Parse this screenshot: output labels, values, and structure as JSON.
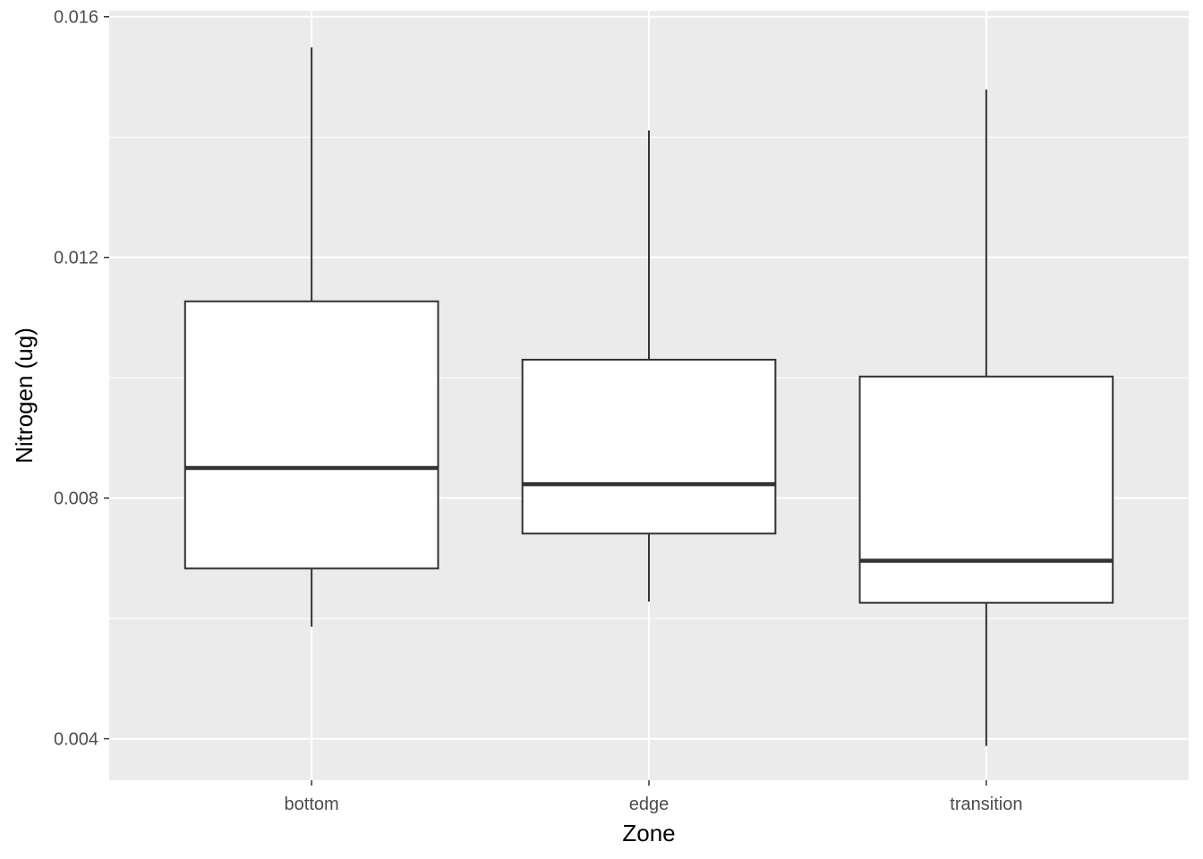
{
  "chart_data": {
    "type": "boxplot",
    "title": "",
    "xlabel": "Zone",
    "ylabel": "Nitrogen (ug)",
    "categories": [
      "bottom",
      "edge",
      "transition"
    ],
    "boxes": [
      {
        "name": "bottom",
        "whisker_low": 0.00586,
        "q1": 0.00683,
        "median": 0.0085,
        "q3": 0.01127,
        "whisker_high": 0.01549
      },
      {
        "name": "edge",
        "whisker_low": 0.00628,
        "q1": 0.00741,
        "median": 0.00823,
        "q3": 0.0103,
        "whisker_high": 0.01411
      },
      {
        "name": "transition",
        "whisker_low": 0.00388,
        "q1": 0.00626,
        "median": 0.00696,
        "q3": 0.01002,
        "whisker_high": 0.01479
      }
    ],
    "yticks": [
      0.004,
      0.008,
      0.012,
      0.016
    ],
    "ytick_labels": [
      "0.004",
      "0.008",
      "0.012",
      "0.016"
    ],
    "ylim": [
      0.00331,
      0.0161
    ],
    "grid": true,
    "colors": {
      "panel": "#ebebeb",
      "grid": "#ffffff",
      "box_fill": "#ffffff",
      "box_line": "#333333",
      "text": "#4d4d4d"
    }
  }
}
